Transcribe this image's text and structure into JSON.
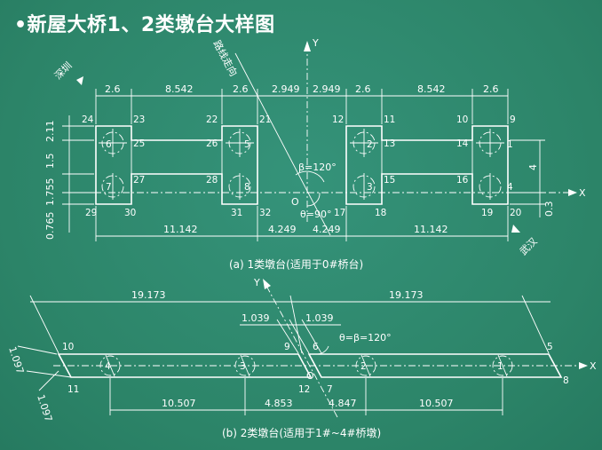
{
  "title": "•新屋大桥1、2类墩台大样图",
  "fig_a": {
    "caption": "(a) 1类墩台(适用于0#桥台)",
    "axis_x": "X",
    "axis_y": "Y",
    "origin": "O",
    "route_label": "路线走向",
    "left_city": "深圳",
    "right_city": "武汉",
    "beta_label": "β=120°",
    "theta_label": "θ=90°",
    "top_dims": [
      "2.6",
      "8.542",
      "2.6",
      "2.949",
      "2.949",
      "2.6",
      "8.542",
      "2.6"
    ],
    "bottom_dims": [
      "11.142",
      "4.249",
      "4.249",
      "11.142"
    ],
    "left_dims": [
      "2.11",
      "1.5",
      "1.755",
      "0.765"
    ],
    "right_dims": [
      "4",
      "0.3"
    ],
    "corner_numbers": [
      "24",
      "23",
      "22",
      "21",
      "25",
      "26",
      "27",
      "28",
      "29",
      "30",
      "31",
      "32",
      "12",
      "11",
      "10",
      "9",
      "13",
      "14",
      "15",
      "16",
      "17",
      "18",
      "19",
      "20"
    ],
    "pile_numbers": [
      "6",
      "5",
      "7",
      "8",
      "2",
      "1",
      "3",
      "4"
    ]
  },
  "fig_b": {
    "caption": "(b) 2类墩台(适用于1#~4#桥墩)",
    "axis_x": "X",
    "axis_y": "Y",
    "origin": "O",
    "angle_label": "θ=β=120°",
    "top_dims": [
      "19.173",
      "19.173"
    ],
    "mid_dims": [
      "1.039",
      "1.039"
    ],
    "bottom_dims": [
      "10.507",
      "4.853",
      "4.847",
      "10.507"
    ],
    "left_dims": [
      "1.097",
      "1.097"
    ],
    "corner_numbers": [
      "10",
      "11",
      "9",
      "12",
      "6",
      "7",
      "5",
      "8"
    ],
    "pile_numbers": [
      "4",
      "3",
      "2",
      "1"
    ]
  }
}
